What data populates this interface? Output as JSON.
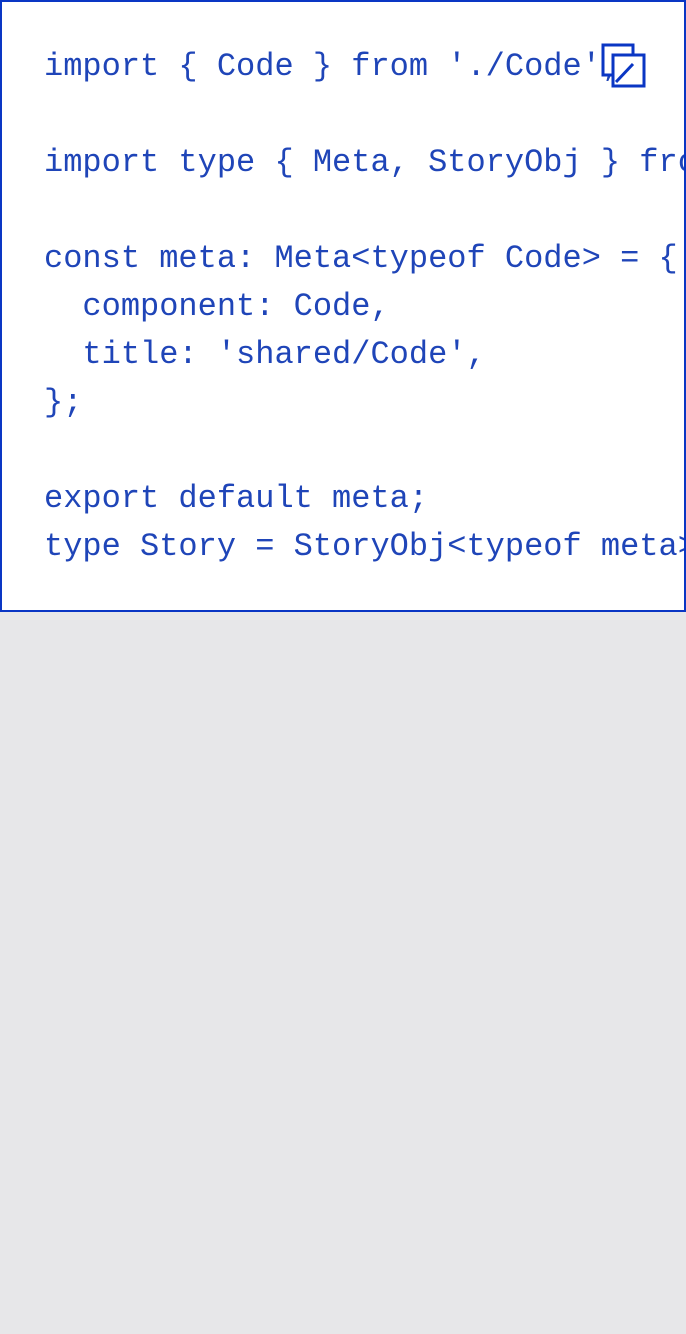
{
  "code": {
    "lines": [
      "import { Code } from './Code';",
      "",
      "import type { Meta, StoryObj } from '@storybook/react';",
      "",
      "const meta: Meta<typeof Code> = {",
      "  component: Code,",
      "  title: 'shared/Code',",
      "};",
      "",
      "export default meta;",
      "type Story = StoryObj<typeof meta>;"
    ]
  },
  "copy_button": {
    "icon": "copy-icon"
  },
  "colors": {
    "code_text": "#1f45b8",
    "border": "#0a36c4",
    "code_background": "#ffffff",
    "page_background": "#e7e7e9"
  }
}
